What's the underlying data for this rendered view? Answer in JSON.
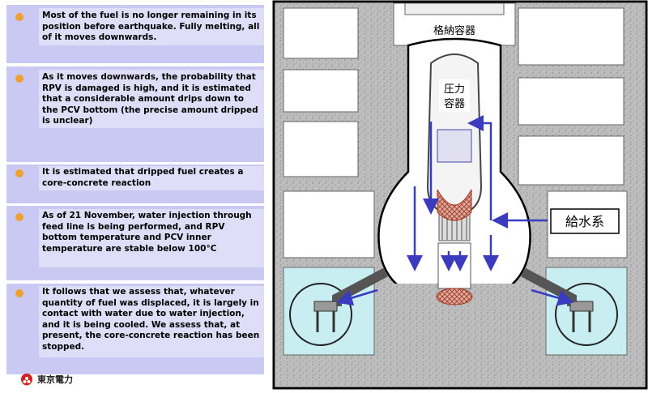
{
  "bullets": [
    "Most of the fuel is no longer remaining in its position before earthquake. Fully melting, all of it moves downwards.",
    "As it moves downwards, the probability that RPV is damaged is high, and it is estimated that a considerable amount drips down to the PCV bottom (the precise amount dripped is unclear)",
    "It is estimated that dripped fuel creates a core-concrete reaction",
    "As of 21 November, water injection through feed line is being performed, and RPV bottom temperature and PCV inner temperature are stable below 100°C",
    "It follows that we assess that, whatever quantity of fuel was displaced, it is largely in contact with water due to water injection, and it is being cooled. We assess that, at present, the core-concrete reaction has been stopped."
  ],
  "diagram": {
    "pcv_label": "格納容器",
    "rpv_label_line1": "圧力",
    "rpv_label_line2": "容器",
    "feed_label": "給水系"
  },
  "footer": {
    "company": "東京電力"
  },
  "colors": {
    "panel": "#c9c9f4",
    "bullet": "#f0a030",
    "concrete": "#b8b8b8",
    "water": "#c8eef2",
    "arrow": "#3b3bbf",
    "debris": "#c0503a"
  }
}
